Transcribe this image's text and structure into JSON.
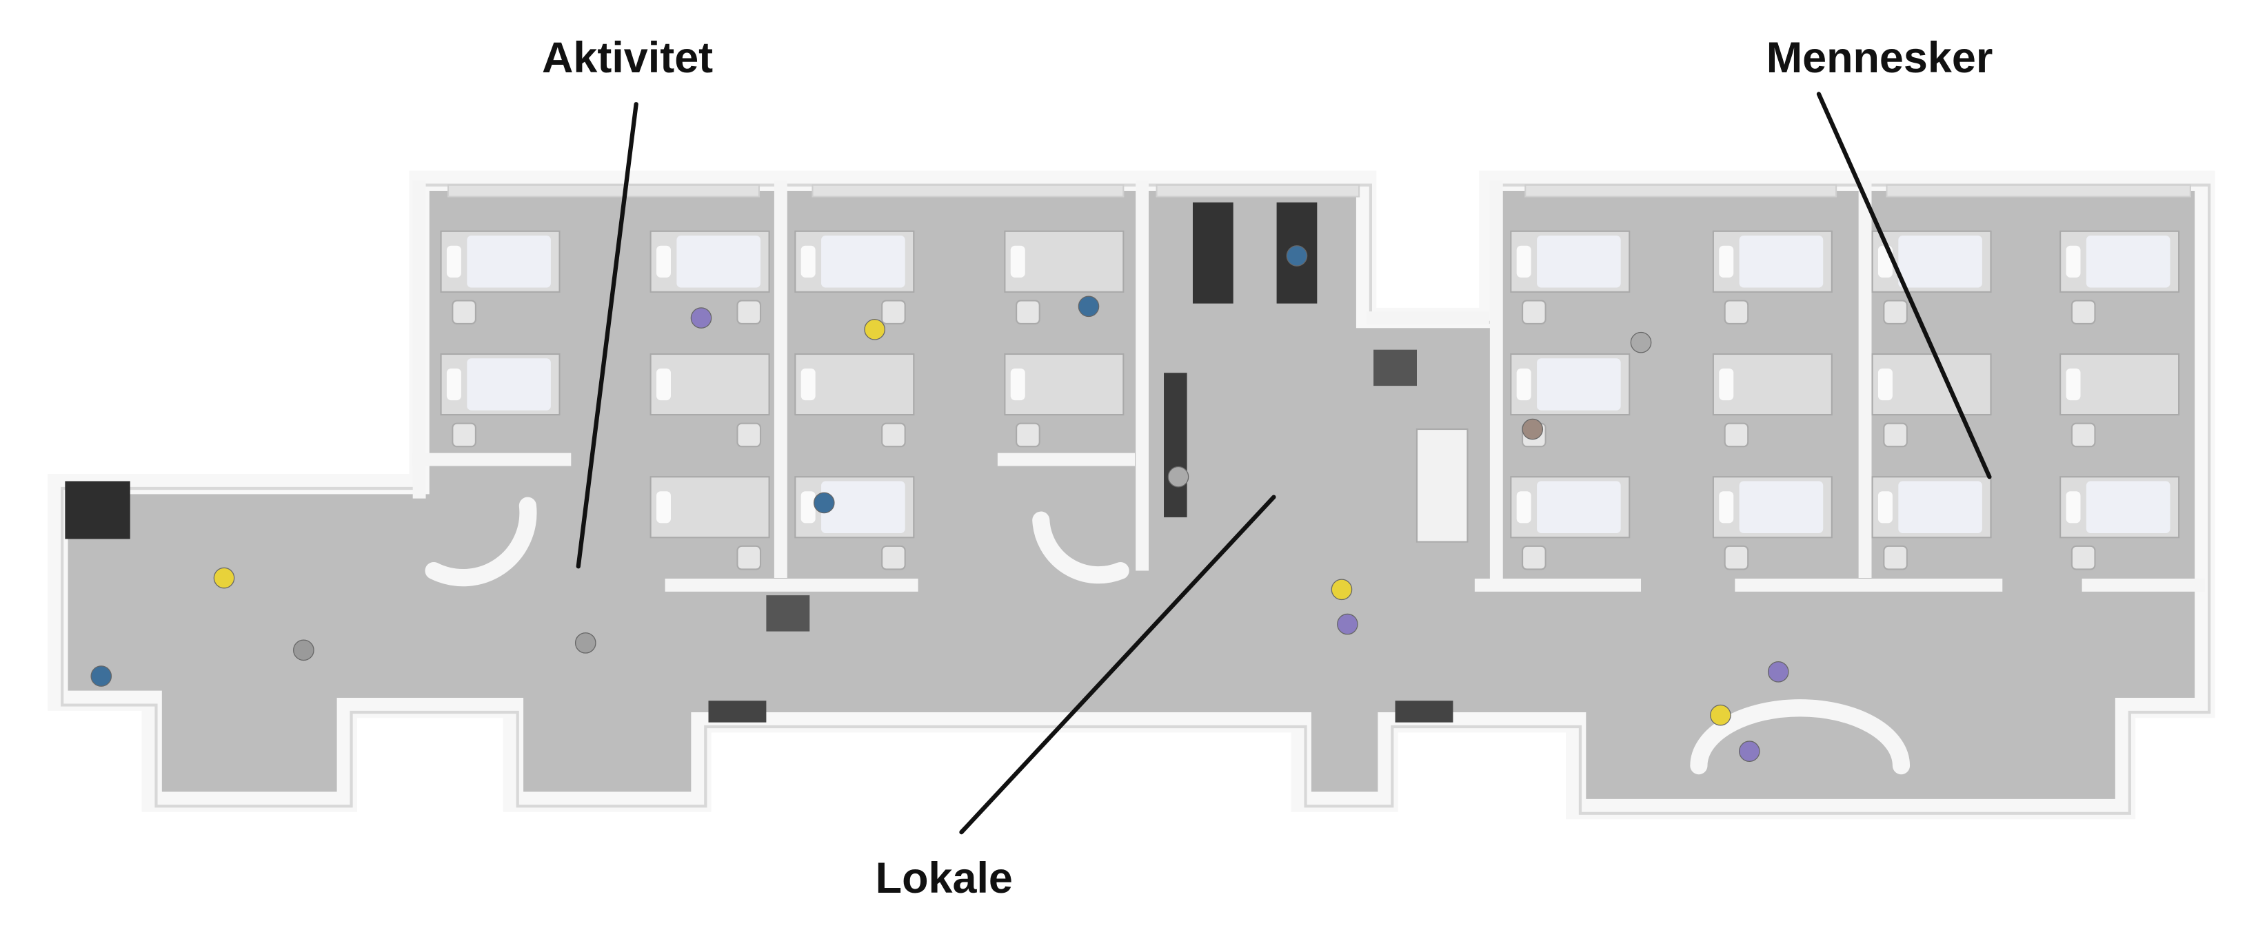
{
  "labels": {
    "activity": "Aktivitet",
    "people": "Mennesker",
    "premises": "Lokale"
  },
  "colors": {
    "floor": "#bdbdbd",
    "wall": "#f7f7f7",
    "label": "#111111",
    "bed": "#dcdcdc",
    "sheet": "#eef0f6",
    "person_yellow": "#e8d23a",
    "person_purple": "#8a7cc0",
    "person_blue": "#3d6f9a"
  }
}
